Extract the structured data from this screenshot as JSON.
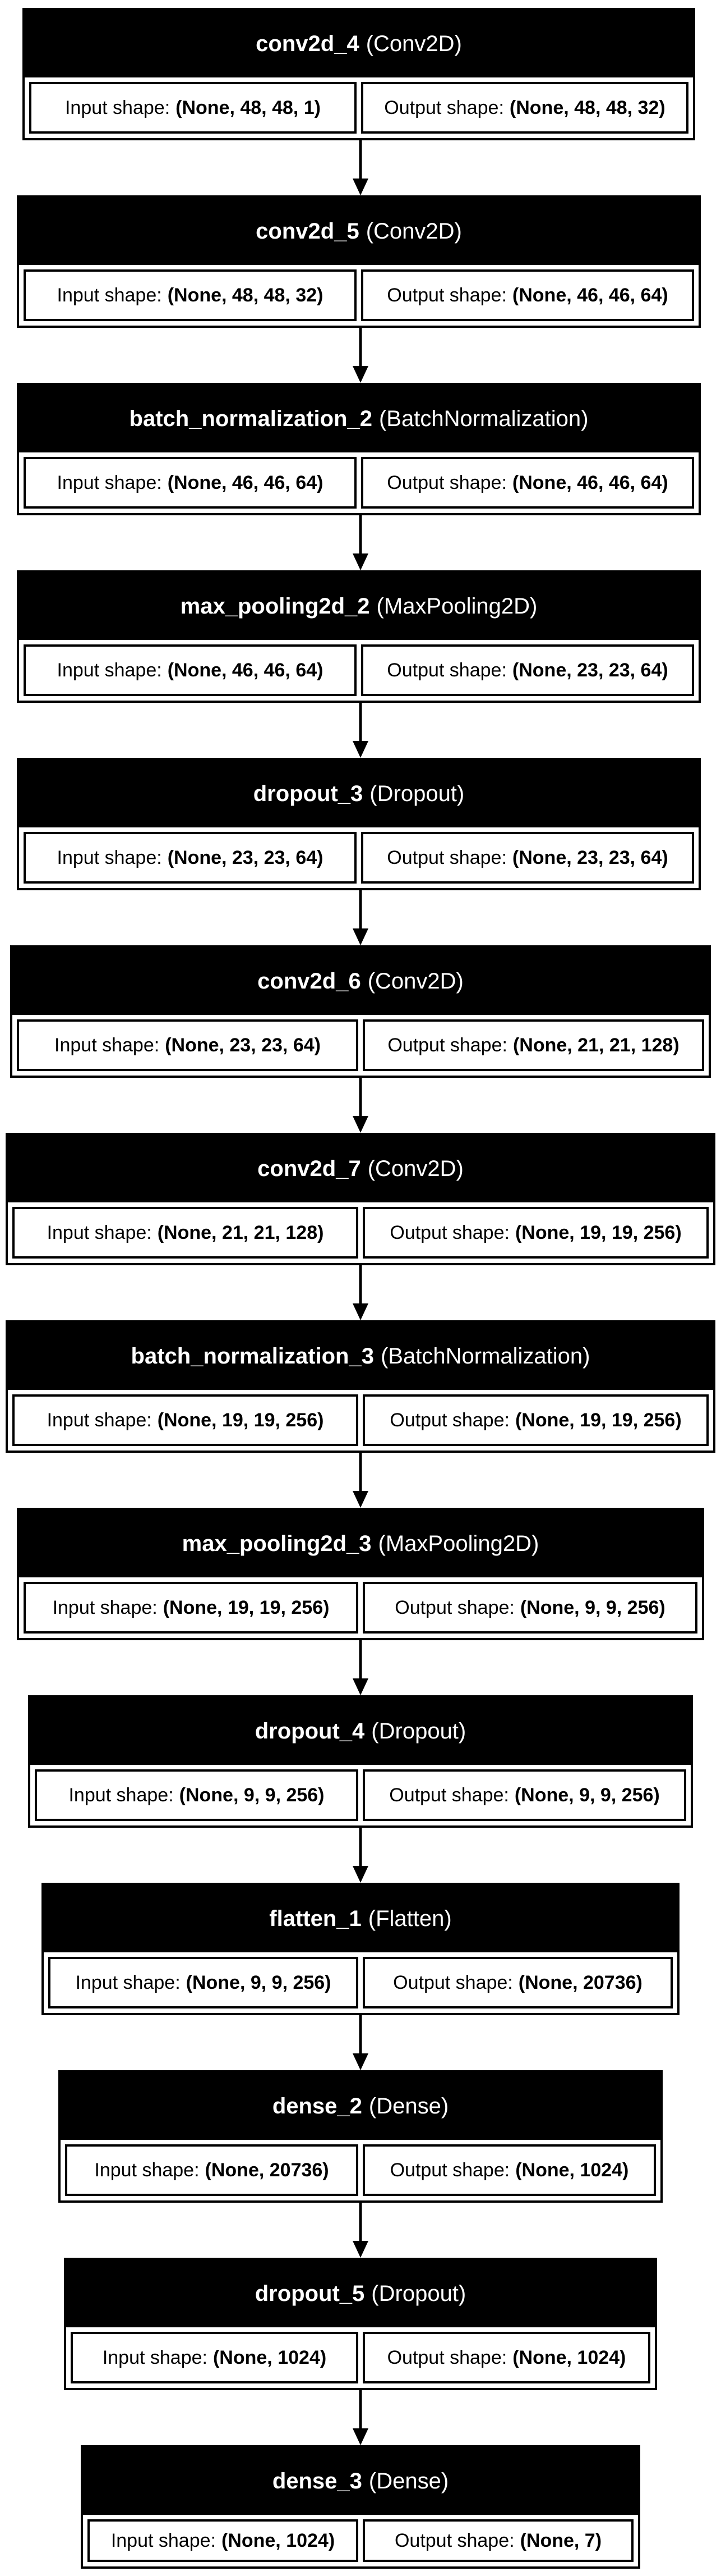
{
  "labels": {
    "input": "Input shape:",
    "output": "Output shape:"
  },
  "layers": [
    {
      "name": "conv2d_4",
      "type": "(Conv2D)",
      "input": "(None, 48, 48, 1)",
      "output": "(None, 48, 48, 32)"
    },
    {
      "name": "conv2d_5",
      "type": "(Conv2D)",
      "input": "(None, 48, 48, 32)",
      "output": "(None, 46, 46, 64)"
    },
    {
      "name": "batch_normalization_2",
      "type": "(BatchNormalization)",
      "input": "(None, 46, 46, 64)",
      "output": "(None, 46, 46, 64)"
    },
    {
      "name": "max_pooling2d_2",
      "type": "(MaxPooling2D)",
      "input": "(None, 46, 46, 64)",
      "output": "(None, 23, 23, 64)"
    },
    {
      "name": "dropout_3",
      "type": "(Dropout)",
      "input": "(None, 23, 23, 64)",
      "output": "(None, 23, 23, 64)"
    },
    {
      "name": "conv2d_6",
      "type": "(Conv2D)",
      "input": "(None, 23, 23, 64)",
      "output": "(None, 21, 21, 128)"
    },
    {
      "name": "conv2d_7",
      "type": "(Conv2D)",
      "input": "(None, 21, 21, 128)",
      "output": "(None, 19, 19, 256)"
    },
    {
      "name": "batch_normalization_3",
      "type": "(BatchNormalization)",
      "input": "(None, 19, 19, 256)",
      "output": "(None, 19, 19, 256)"
    },
    {
      "name": "max_pooling2d_3",
      "type": "(MaxPooling2D)",
      "input": "(None, 19, 19, 256)",
      "output": "(None, 9, 9, 256)"
    },
    {
      "name": "dropout_4",
      "type": "(Dropout)",
      "input": "(None, 9, 9, 256)",
      "output": "(None, 9, 9, 256)"
    },
    {
      "name": "flatten_1",
      "type": "(Flatten)",
      "input": "(None, 9, 9, 256)",
      "output": "(None, 20736)"
    },
    {
      "name": "dense_2",
      "type": "(Dense)",
      "input": "(None, 20736)",
      "output": "(None, 1024)"
    },
    {
      "name": "dropout_5",
      "type": "(Dropout)",
      "input": "(None, 1024)",
      "output": "(None, 1024)"
    },
    {
      "name": "dense_3",
      "type": "(Dense)",
      "input": "(None, 1024)",
      "output": "(None, 7)"
    }
  ]
}
